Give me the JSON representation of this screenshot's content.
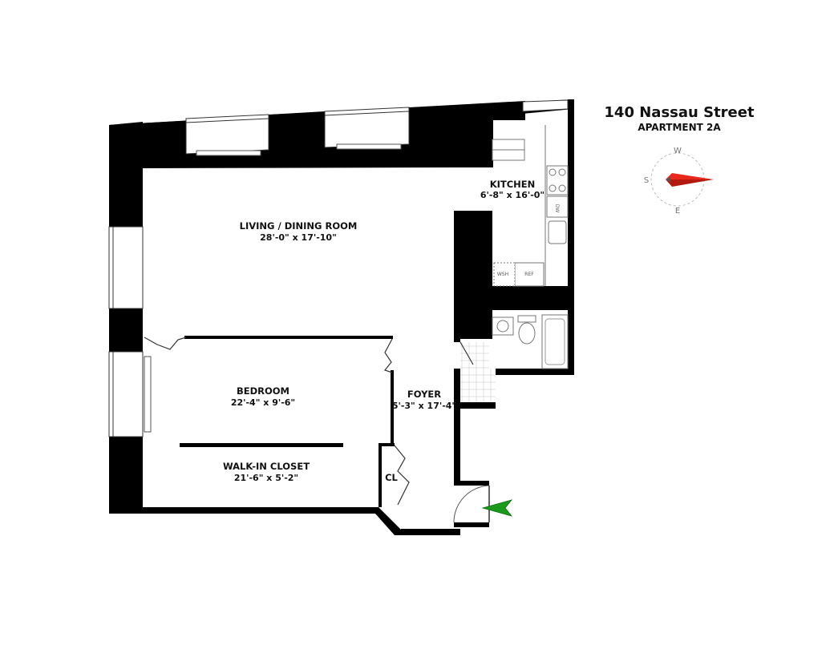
{
  "header": {
    "address": "140 Nassau Street",
    "unit": "APARTMENT 2A"
  },
  "compass": {
    "north": "W",
    "south": "E",
    "west": "S",
    "needle_color": "#e8281a"
  },
  "rooms": {
    "living": {
      "name": "LIVING / DINING ROOM",
      "dims": "28'-0\" x 17'-10\""
    },
    "kitchen": {
      "name": "KITCHEN",
      "dims": "6'-8\" x 16'-0\""
    },
    "bedroom": {
      "name": "BEDROOM",
      "dims": "22'-4\" x 9'-6\""
    },
    "closet": {
      "name": "WALK-IN CLOSET",
      "dims": "21'-6\" x 5'-2\""
    },
    "foyer": {
      "name": "FOYER",
      "dims": "5'-3\" x 17'-4\""
    },
    "cl": {
      "name": "CL"
    }
  },
  "appliances": {
    "dishwasher": "DW",
    "washer": "WSH",
    "refrigerator": "REF"
  },
  "entry_arrow_color": "#1a9a1a",
  "wall_color": "#000000"
}
